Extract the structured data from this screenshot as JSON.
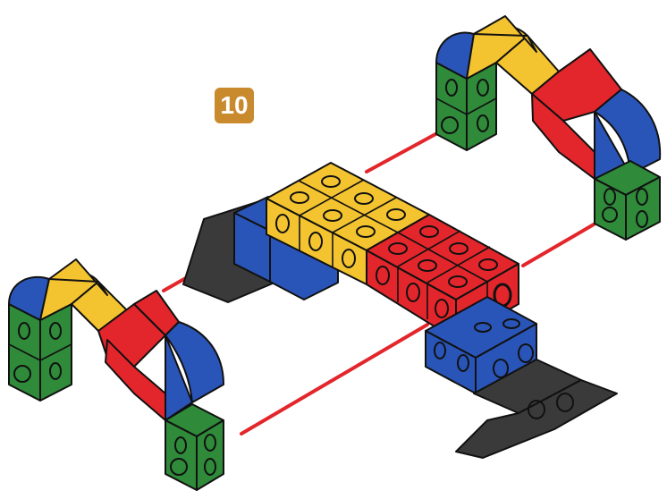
{
  "step": {
    "number": "10"
  },
  "colors": {
    "background": "#ffffff",
    "badge": "#c98a2e",
    "badge_text": "#ffffff",
    "connector": "#e3262b",
    "red": "#e3262b",
    "yellow": "#f4c430",
    "blue": "#2a55b8",
    "green": "#2f8a3a",
    "black": "#3a3a3a",
    "outline": "#111111"
  },
  "parts": [
    {
      "name": "center-block",
      "colors": [
        "yellow",
        "red",
        "blue",
        "black"
      ]
    },
    {
      "name": "left-arm",
      "colors": [
        "blue",
        "yellow",
        "red",
        "green"
      ]
    },
    {
      "name": "right-arm",
      "colors": [
        "blue",
        "yellow",
        "red",
        "green"
      ]
    }
  ]
}
